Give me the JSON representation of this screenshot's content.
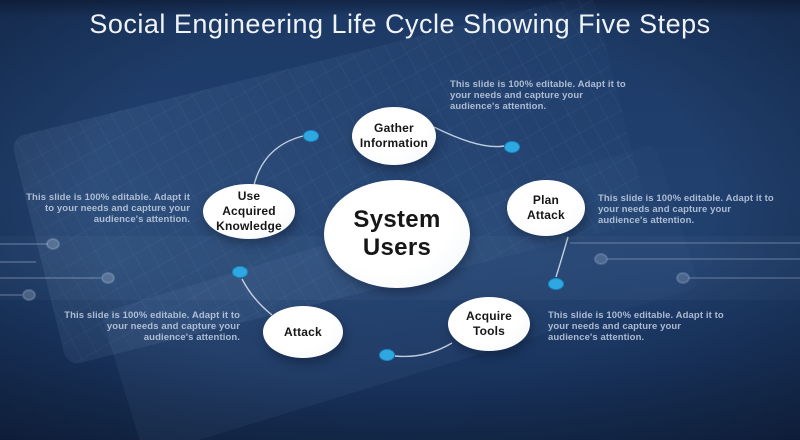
{
  "slide": {
    "title": "Social Engineering Life Cycle Showing Five Steps"
  },
  "diagram": {
    "center": {
      "label": "System\nUsers"
    },
    "steps": [
      {
        "id": "gather-information",
        "label": "Gather\nInformation",
        "annotation": "This slide is 100% editable. Adapt it to\nyour needs and capture your\naudience's attention."
      },
      {
        "id": "plan-attack",
        "label": "Plan\nAttack",
        "annotation": "This slide is 100% editable. Adapt it to\nyour needs and capture your\naudience's attention."
      },
      {
        "id": "acquire-tools",
        "label": "Acquire\nTools",
        "annotation": "This slide is 100% editable. Adapt it to\nyour needs and capture your\naudience's attention."
      },
      {
        "id": "attack",
        "label": "Attack",
        "annotation": "This slide is 100% editable. Adapt it to\nyour needs and capture your\naudience's attention."
      },
      {
        "id": "use-acquired-knowledge",
        "label": "Use\nAcquired\nKnowledge",
        "annotation": "This slide is 100% editable. Adapt it\nto your needs and capture your\naudience's attention."
      }
    ]
  },
  "colors": {
    "background": "#1e3a66",
    "node_fill": "#ffffff",
    "node_text": "#161616",
    "connector_dot": "#2fa8e1",
    "connector_line": "#dde6f0",
    "annotation_text": "#cbd7e9",
    "title_text": "#eff2f7"
  }
}
